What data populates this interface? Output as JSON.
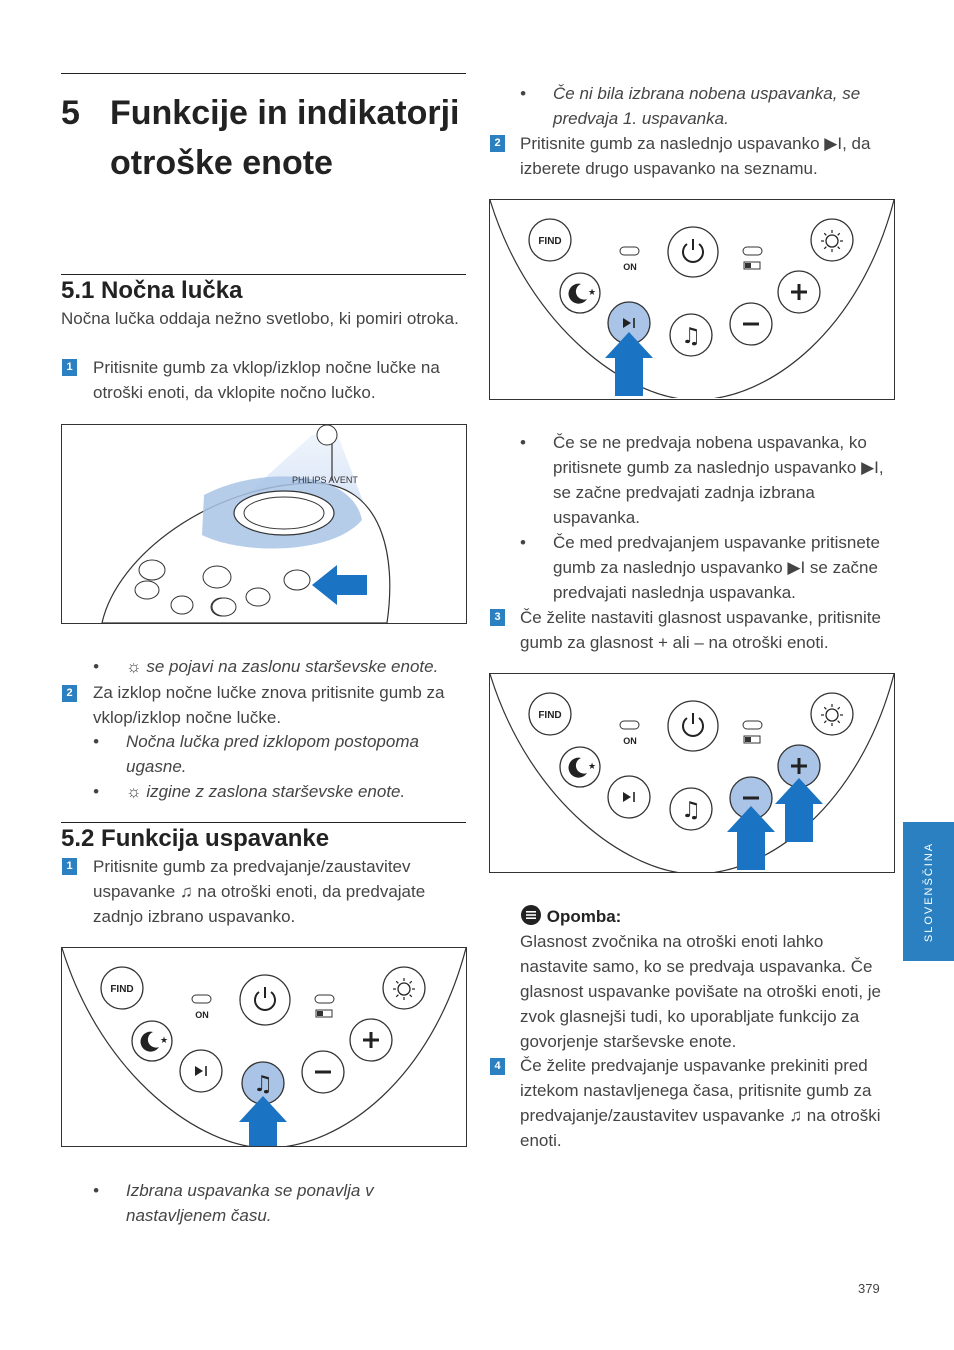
{
  "chapter": {
    "number": "5",
    "title": "Funkcije in indikatorji otroške enote"
  },
  "s51": {
    "heading": "5.1 Nočna lučka",
    "intro": "Nočna lučka oddaja nežno svetlobo, ki pomiri otroka.",
    "step1_no": "1",
    "step1": "Pritisnite gumb za vklop/izklop nočne lučke na otroški enoti, da vklopite nočno lučko.",
    "b1": "se pojavi na zaslonu starševske enote.",
    "step2_no": "2",
    "step2": "Za izklop nočne lučke znova pritisnite gumb za vklop/izklop nočne lučke.",
    "b2": "Nočna lučka pred izklopom postopoma ugasne.",
    "b3": "izgine z zaslona starševske enote."
  },
  "s52": {
    "heading": "5.2 Funkcija uspavanke",
    "step1_no": "1",
    "step1": "Pritisnite gumb za predvajanje/zaustavitev uspavanke ♫ na otroški enoti, da predvajate zadnjo izbrano uspavanko.",
    "b1": "Izbrana uspavanka se ponavlja v nastavljenem času."
  },
  "right": {
    "b0": "Če ni bila izbrana nobena uspavanka, se predvaja 1. uspavanka.",
    "step2_no": "2",
    "step2": "Pritisnite gumb za naslednjo uspavanko ▶I, da izberete drugo uspavanko na seznamu.",
    "b1": "Če se ne predvaja nobena uspavanka, ko pritisnete gumb za naslednjo uspavanko ▶I, se začne predvajati zadnja izbrana uspavanka.",
    "b2": "Če med predvajanjem uspavanke pritisnete gumb za naslednjo uspavanko ▶I se začne predvajati naslednja uspavanka.",
    "step3_no": "3",
    "step3": "Če želite nastaviti glasnost uspavanke, pritisnite gumb za glasnost + ali – na otroški enoti.",
    "note_title": "Opomba:",
    "note": "Glasnost zvočnika na otroški enoti lahko nastavite samo, ko se predvaja uspavanka. Če glasnost uspavanke povišate na otroški enoti, je zvok glasnejši tudi, ko uporabljate funkcijo za govorjenje starševske enote.",
    "step4_no": "4",
    "step4": "Če želite predvajanje uspavanke prekiniti pred iztekom nastavljenega časa, pritisnite gumb za predvajanje/zaustavitev uspavanke ♫ na otroški enoti."
  },
  "panel": {
    "find": "FIND",
    "on": "ON",
    "brand": "PHILIPS AVENT"
  },
  "colors": {
    "accent": "#2a80c0",
    "highlight": "#a9c4e6",
    "arrow": "#1a73c3"
  },
  "side_tab": "SLOVENŠČINA",
  "page_number": "379"
}
